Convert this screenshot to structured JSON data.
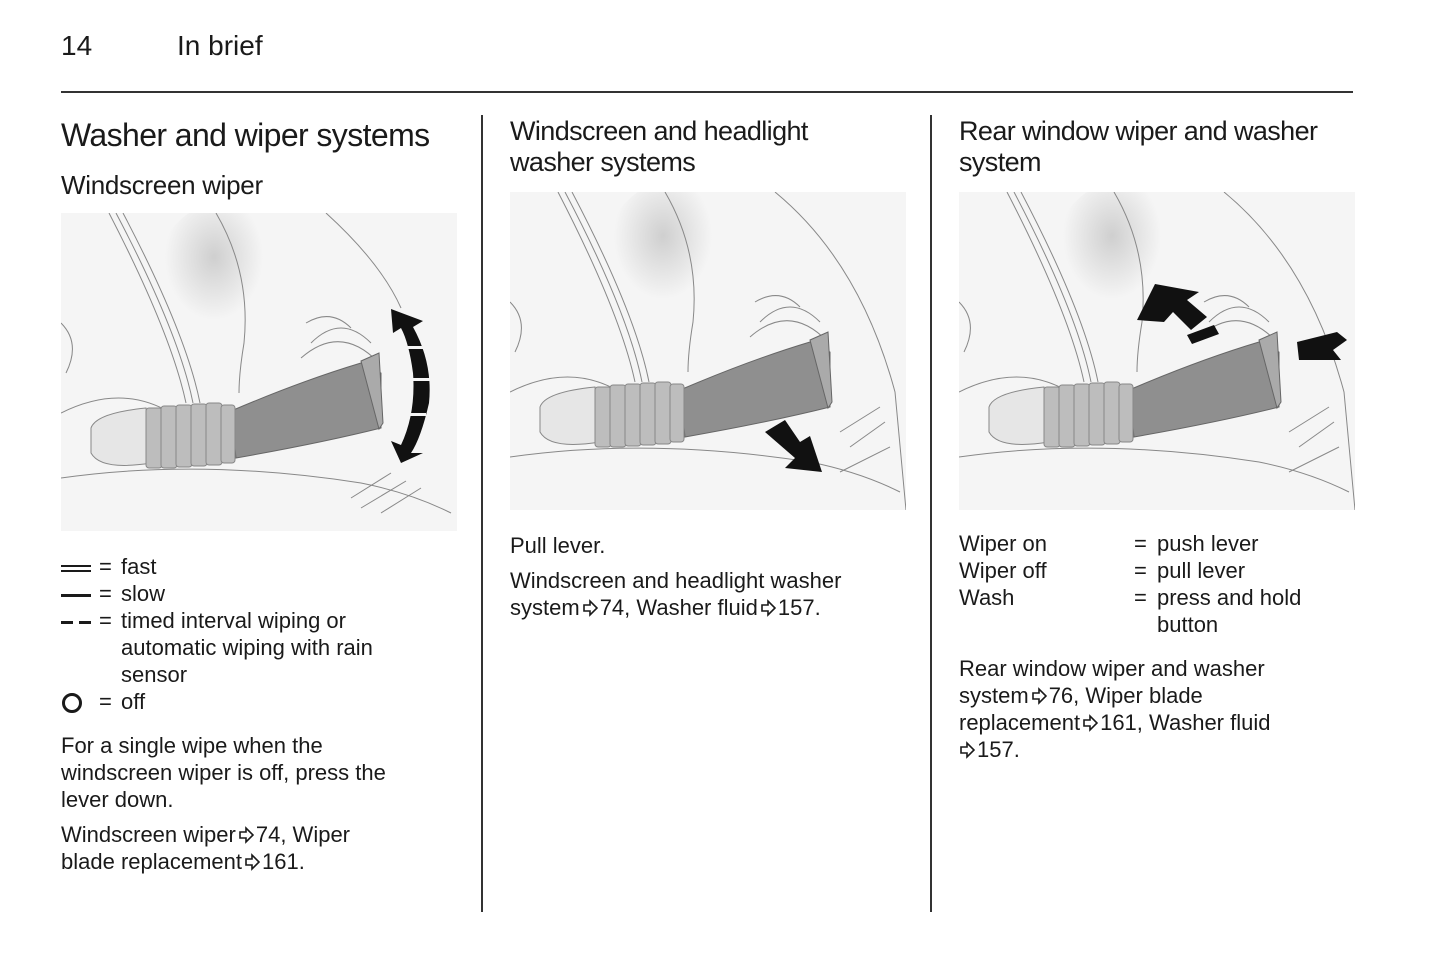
{
  "header": {
    "page_number": "14",
    "running_title": "In brief"
  },
  "col1": {
    "heading": "Washer and wiper systems",
    "subheading": "Windscreen wiper",
    "figure_icon": "wiper-lever-up-down-illustration",
    "legend": [
      {
        "symbol": "double-line-icon",
        "eq": "=",
        "text": "fast"
      },
      {
        "symbol": "single-line-icon",
        "eq": "=",
        "text": "slow"
      },
      {
        "symbol": "dashed-line-icon",
        "eq": "=",
        "text": "timed interval wiping or automatic wiping with rain sensor"
      },
      {
        "symbol": "circle-icon",
        "eq": "=",
        "text": "off"
      }
    ],
    "para1": "For a single wipe when the windscreen wiper is off, press the lever down.",
    "xref": {
      "t1": "Windscreen wiper",
      "p1": "74",
      "t2": ", Wiper blade replacement",
      "p2": "161",
      "t3": "."
    }
  },
  "col2": {
    "heading": "Windscreen and headlight washer systems",
    "figure_icon": "wiper-lever-pull-illustration",
    "para1": "Pull lever.",
    "xref": {
      "t1": "Windscreen and headlight washer system",
      "p1": "74",
      "t2": ", Washer fluid",
      "p2": "157",
      "t3": "."
    }
  },
  "col3": {
    "heading": "Rear window wiper and washer system",
    "figure_icon": "wiper-lever-push-press-illustration",
    "operations": [
      {
        "label": "Wiper on",
        "eq": "=",
        "value": "push lever"
      },
      {
        "label": "Wiper off",
        "eq": "=",
        "value": "pull lever"
      },
      {
        "label": "Wash",
        "eq": "=",
        "value": "press and hold button"
      }
    ],
    "xref": {
      "t1": "Rear window wiper and washer system",
      "p1": "76",
      "t2": ", Wiper blade replacement",
      "p2": "161",
      "t3": ", Washer fluid",
      "p3": "157",
      "t4": "."
    }
  }
}
